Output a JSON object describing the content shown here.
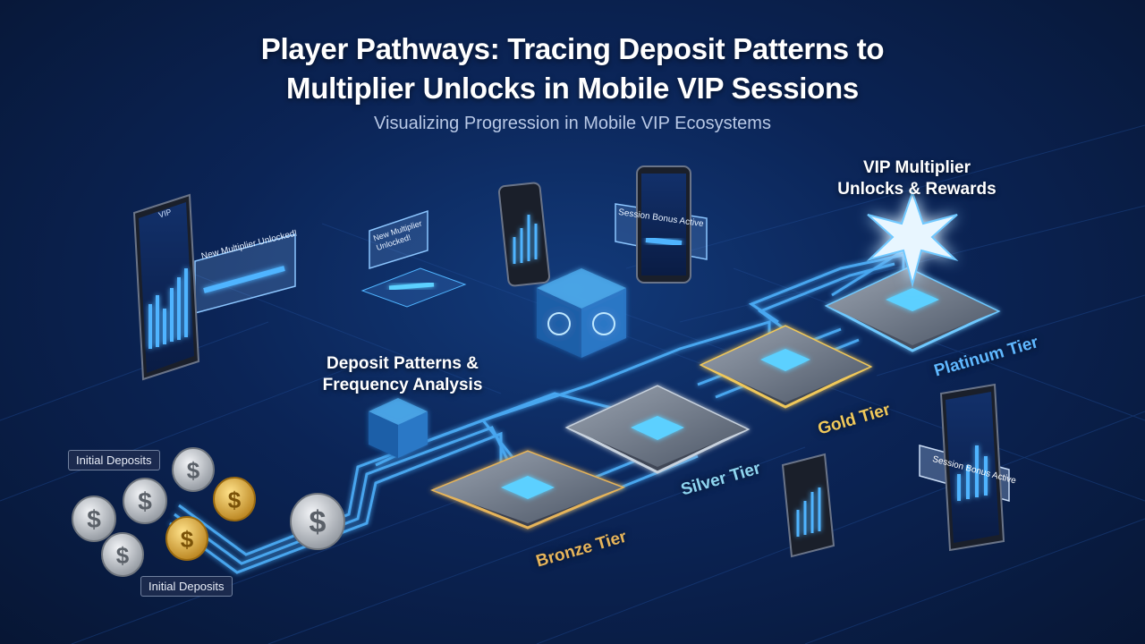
{
  "header": {
    "title_line1": "Player Pathways: Tracing Deposit Patterns to",
    "title_line2": "Multiplier Unlocks in Mobile VIP Sessions",
    "subtitle": "Visualizing Progression in Mobile VIP Ecosystems"
  },
  "labels": {
    "deposit_patterns_line1": "Deposit Patterns &",
    "deposit_patterns_line2": "Frequency Analysis",
    "vip_line1": "VIP Multiplier",
    "vip_line2": "Unlocks & Rewards",
    "initial_deposits_top": "Initial Deposits",
    "initial_deposits_bottom": "Initial Deposits"
  },
  "tiers": [
    {
      "name": "Bronze Tier",
      "color": "#e6b45a"
    },
    {
      "name": "Silver Tier",
      "color": "#8fd6f0"
    },
    {
      "name": "Gold Tier",
      "color": "#f0c85a"
    },
    {
      "name": "Platinum Tier",
      "color": "#5fb8ff"
    }
  ],
  "cards": {
    "multiplier_unlocked_left": "New Multiplier Unlocked!",
    "multiplier_unlocked_mid": "New Multiplier Unlocked!",
    "session_bonus_top": "Session Bonus Active",
    "session_bonus_right": "Session Bonus Active"
  },
  "phones": {
    "left_header": "VIP"
  },
  "colors": {
    "flow": "#4fb4ff",
    "glow": "#7fd4ff",
    "coin_gold": "#e8b53a",
    "coin_silver": "#c8ccd2"
  }
}
